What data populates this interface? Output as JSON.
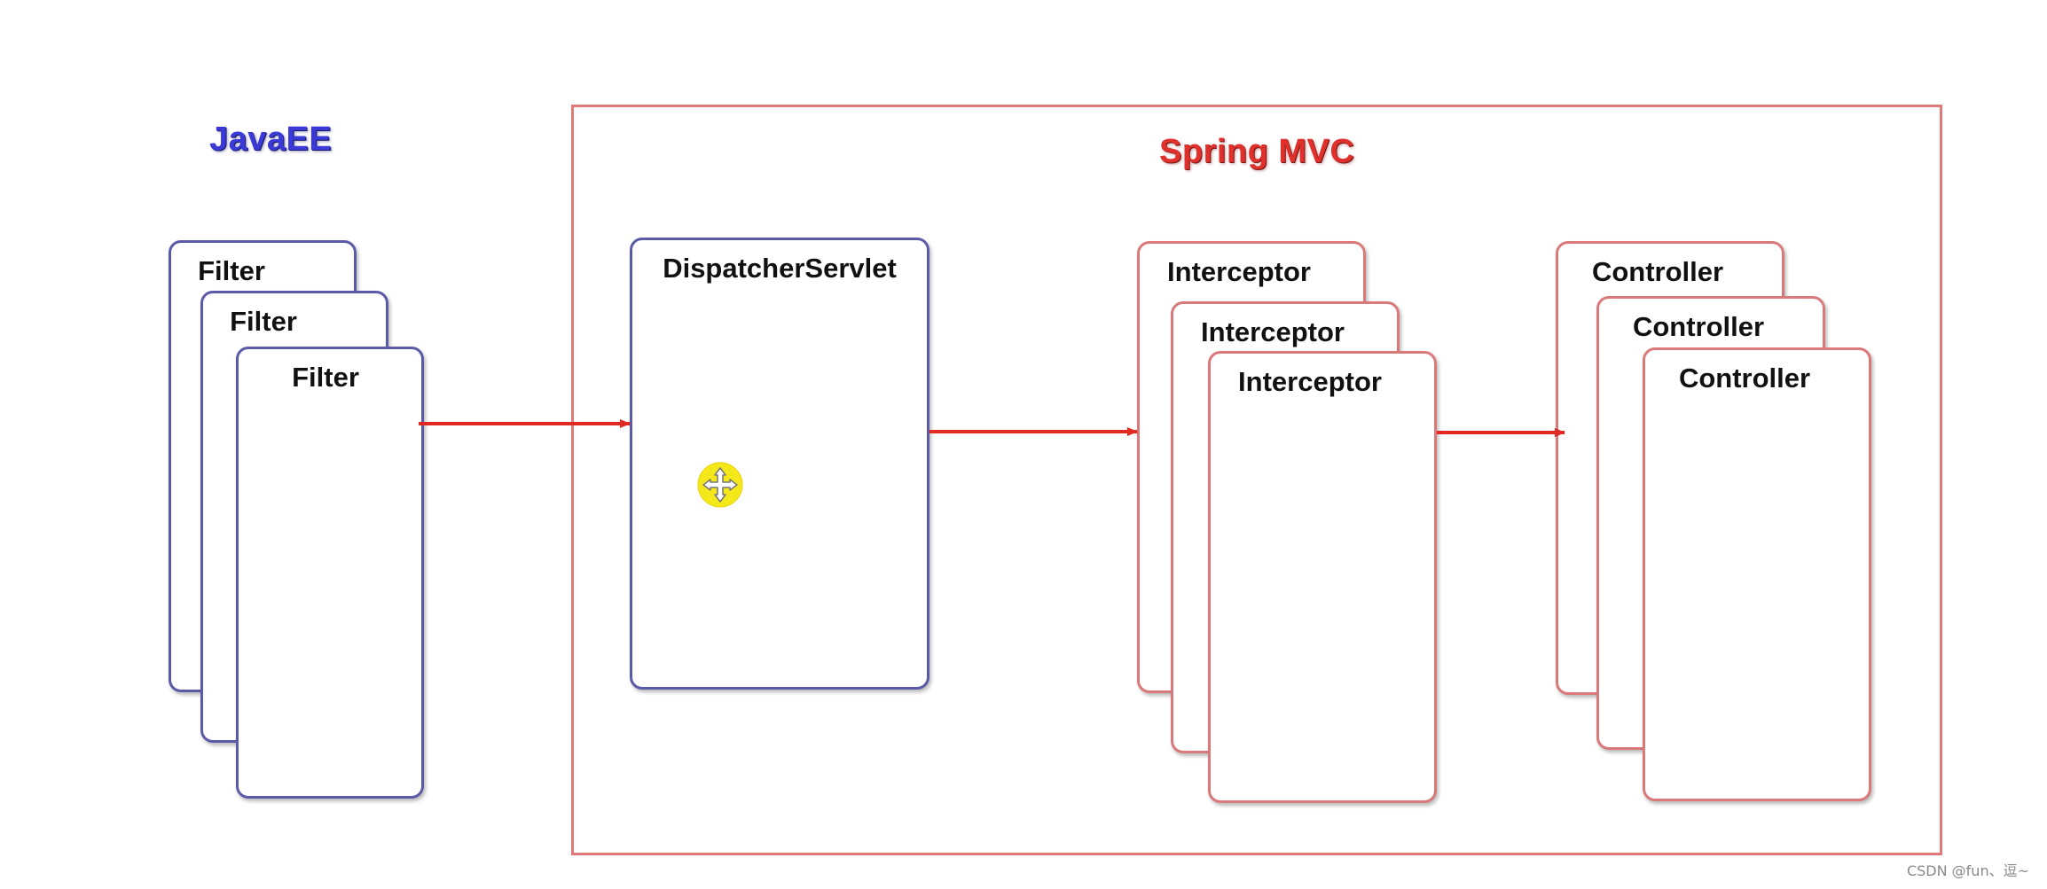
{
  "headings": {
    "javaee": "JavaEE",
    "spring_mvc": "Spring MVC"
  },
  "filters": [
    "Filter",
    "Filter",
    "Filter"
  ],
  "dispatcher": "DispatcherServlet",
  "interceptors": [
    "Interceptor",
    "Interceptor",
    "Interceptor"
  ],
  "controllers": [
    "Controller",
    "Controller",
    "Controller"
  ],
  "watermark": "CSDN @fun、逗~",
  "colors": {
    "javaee_blue": "#3b3ad8",
    "box_border_blue": "#5b5aa8",
    "spring_red": "#e0302c",
    "box_border_red": "#d9797a",
    "arrow_red": "#e02a22",
    "cursor_yellow": "#f5e81a"
  },
  "icons": {
    "cursor": "move-cursor-icon"
  }
}
